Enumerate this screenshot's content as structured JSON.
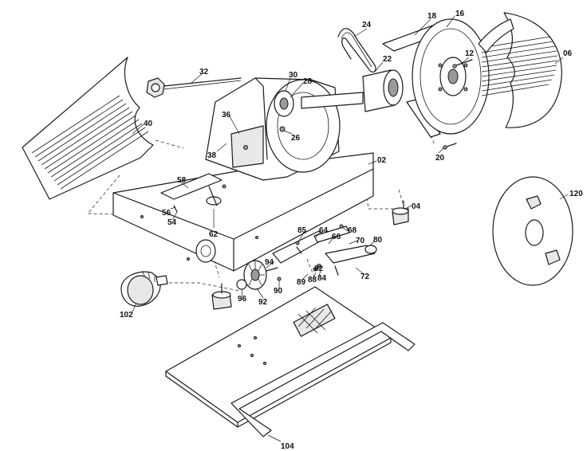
{
  "diagram": {
    "labels": {
      "p02": "02",
      "p04": "04",
      "p06": "06",
      "p12": "12",
      "p16": "16",
      "p18": "18",
      "p20": "20",
      "p22": "22",
      "p24": "24",
      "p26": "26",
      "p28": "28",
      "p30": "30",
      "p32": "32",
      "p36": "36",
      "p38": "38",
      "p40": "40",
      "p54": "54",
      "p56": "56",
      "p58": "58",
      "p62": "62",
      "p64": "64",
      "p66": "66",
      "p68": "68",
      "p70": "70",
      "p72": "72",
      "p80": "80",
      "p82": "82",
      "p84": "84",
      "p85": "85",
      "p88": "88",
      "p89": "89",
      "p90": "90",
      "p92": "92",
      "p94": "94",
      "p96": "96",
      "p102": "102",
      "p104": "104",
      "p120": "120"
    }
  }
}
